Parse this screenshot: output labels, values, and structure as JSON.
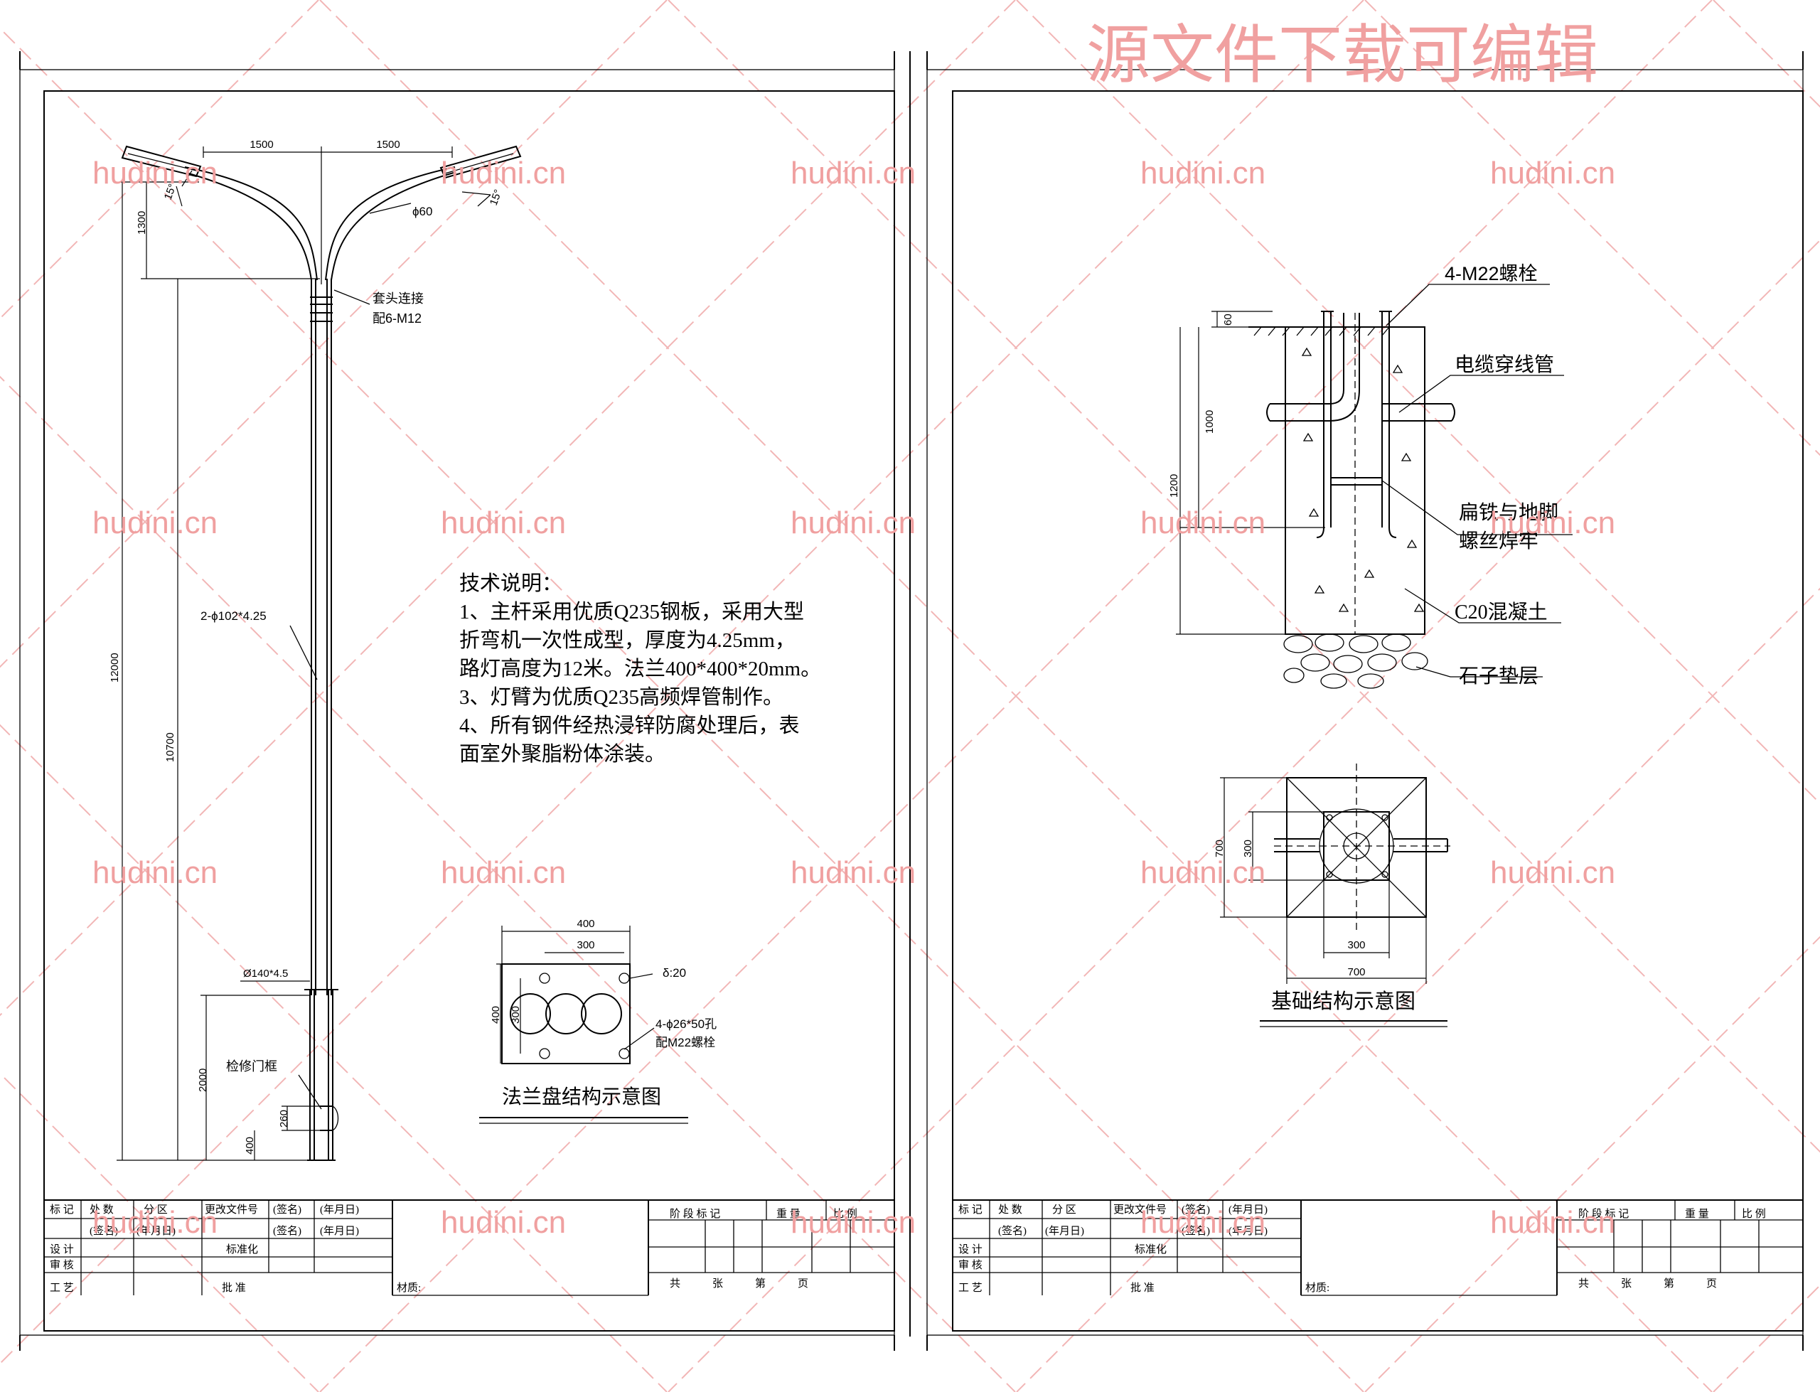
{
  "watermark": {
    "banner": "源文件下载可编辑",
    "site": "hudini.cn"
  },
  "pole_drawing": {
    "arm_spacing": [
      "1500",
      "1500"
    ],
    "arm_tilt": "15°",
    "arm_pipe": "ϕ60",
    "arm_rise": "1300",
    "joint_label_1": "套头连接",
    "joint_label_2": "配6-M12",
    "total_height": "12000",
    "shaft_height": "10700",
    "upper_section": "2-ϕ102*4.25",
    "lower_section": "Ø140*4.5",
    "lower_height": "2000",
    "door_label": "检修门框",
    "door_height": "260",
    "door_offset": "400"
  },
  "tech_notes": {
    "heading": "技术说明：",
    "lines": [
      "1、主杆采用优质Q235钢板，采用大型",
      "折弯机一次性成型，厚度为4.25mm，",
      "路灯高度为12米。法兰400*400*20mm。",
      "3、灯臂为优质Q235高频焊管制作。",
      "4、所有钢件经热浸锌防腐处理后，表",
      "面室外聚脂粉体涂装。"
    ]
  },
  "flange": {
    "width": "400",
    "bolt_spacing": "300",
    "height": "400",
    "bolt_spacing_v": "300",
    "thickness": "δ:20",
    "holes_1": "4-ϕ26*50孔",
    "holes_2": "配M22螺栓",
    "caption": "法兰盘结构示意图"
  },
  "foundation": {
    "bolts": "4-M22螺栓",
    "protrusion": "60",
    "conduit_depth": "1000",
    "depth": "1200",
    "conduit": "电缆穿线管",
    "weld_1": "扁铁与地脚",
    "weld_2": "螺丝焊牢",
    "concrete": "C20混凝土",
    "gravel": "石子垫层",
    "plan_size": "700",
    "plan_bolt_spacing": "300",
    "plan_size_b": "700",
    "plan_bolt_spacing_b": "300",
    "caption": "基础结构示意图"
  },
  "title_block": {
    "mark": "标 记",
    "count": "处 数",
    "zone": "分 区",
    "change_doc": "更改文件号",
    "sign": "(签名)",
    "date": "(年月日)",
    "design": "设 计",
    "standardize": "标准化",
    "review": "审 核",
    "process": "工 艺",
    "approve": "批 准",
    "material": "材质:",
    "stage_mark": "阶 段 标 记",
    "weight": "重 量",
    "scale": "比 例",
    "total": "共",
    "sheets": "张",
    "sheet_no": "第",
    "page": "页"
  }
}
